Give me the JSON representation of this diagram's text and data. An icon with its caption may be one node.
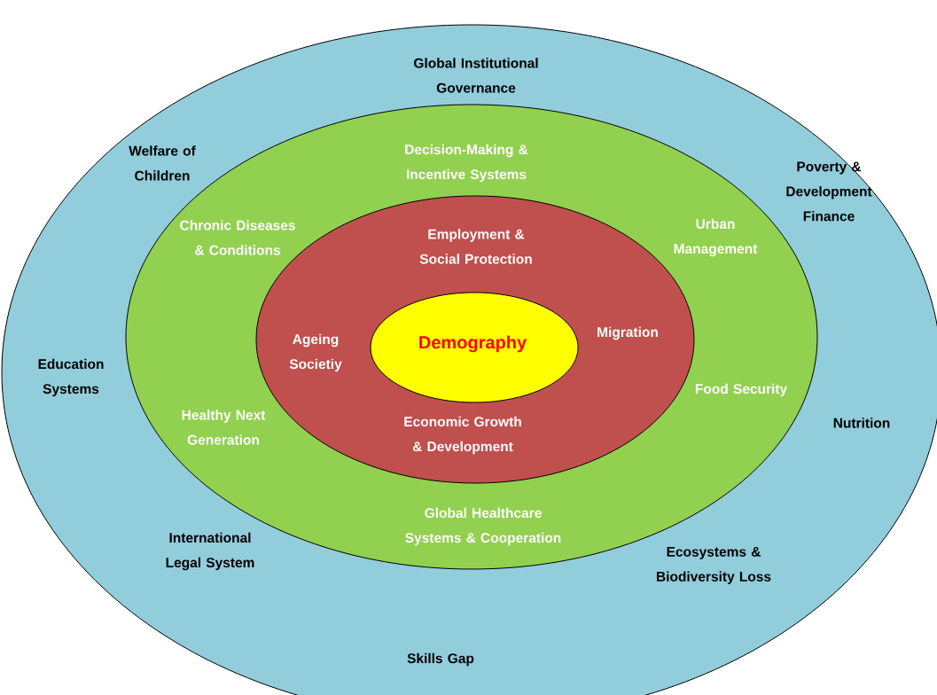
{
  "diagram": {
    "nodes": [
      {
        "text": [
          "Global Institutional Governance",
          "Welfare of Children",
          "Poverty & Development Finance",
          "Education Systems",
          "Nutrition",
          "International Legal System",
          "Ecosystems & Biodiversity Loss",
          "Skills Gap"
        ]
      },
      {
        "text": [
          "Decision-Making & Incentive Systems",
          "Chronic Diseases & Conditions",
          "Urban Management",
          "Food Security",
          "Healthy Next Generation",
          "Global Healthcare Systems & Cooperation"
        ],
        "in": 0
      },
      {
        "text": [
          "Employment & Social Protection",
          "Ageing Societiy",
          "Migration",
          "Economic Growth & Development"
        ],
        "in": 1
      },
      {
        "text": [
          "Demography"
        ],
        "in": 2
      }
    ]
  }
}
